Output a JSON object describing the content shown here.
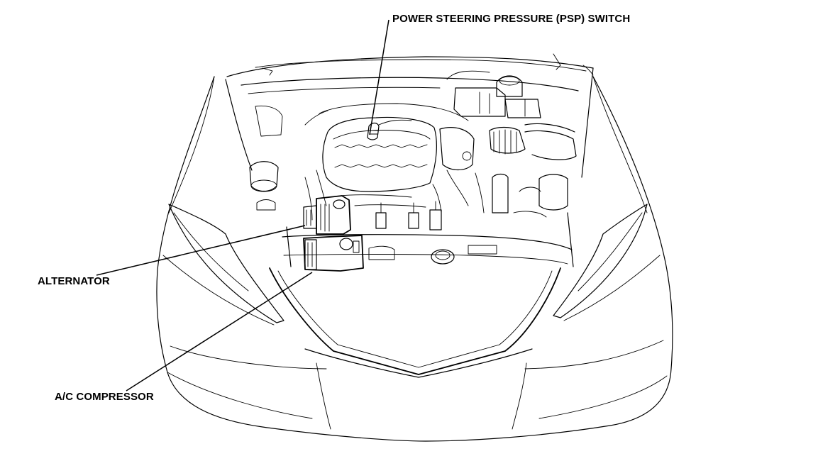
{
  "labels": {
    "psp_switch": "POWER STEERING PRESSURE (PSP) SWITCH",
    "alternator": "ALTERNATOR",
    "ac_compressor": "A/C COMPRESSOR"
  },
  "colors": {
    "ink": "#000000",
    "background": "#ffffff"
  }
}
